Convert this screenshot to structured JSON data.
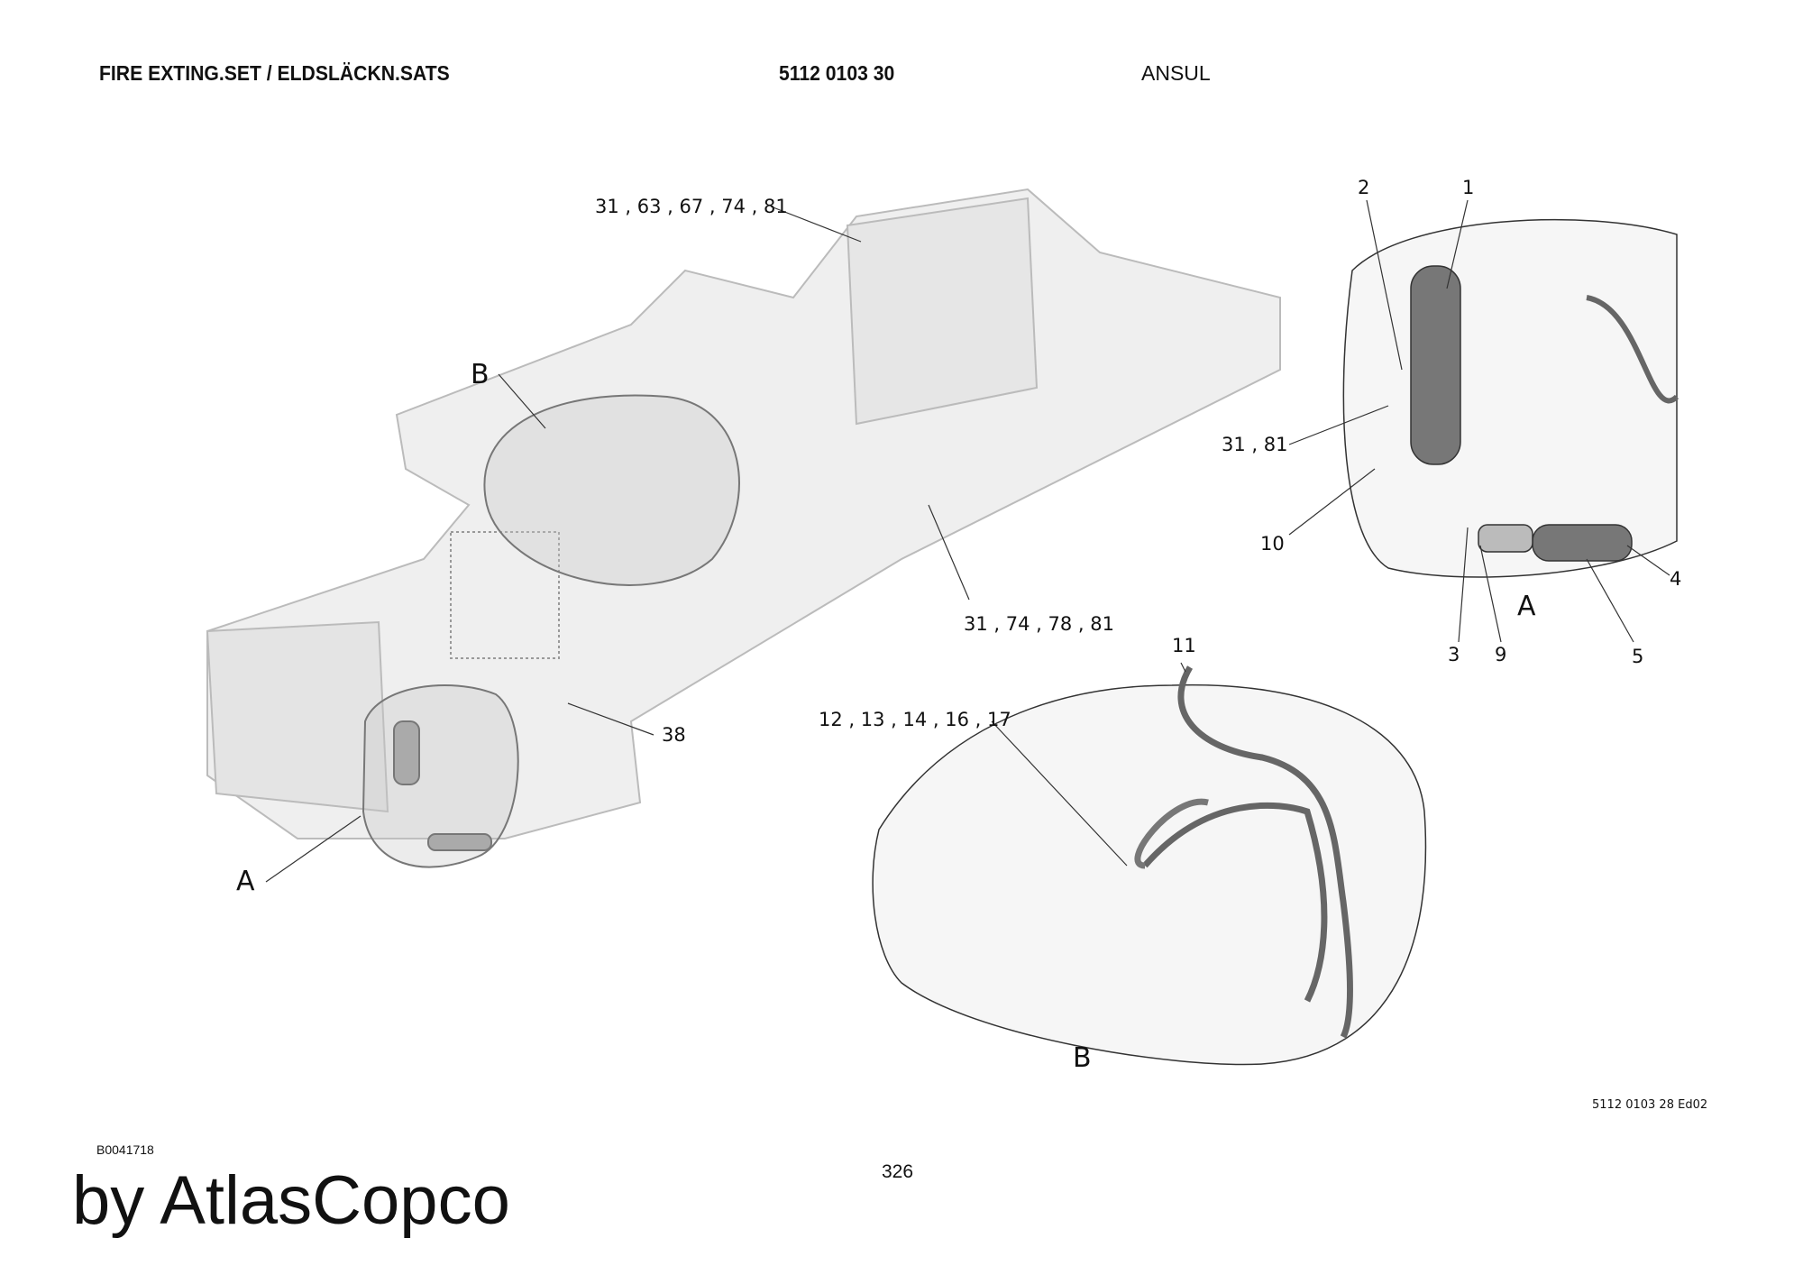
{
  "header": {
    "title": "FIRE EXTING.SET / ELDSLÄCKN.SATS",
    "part_number": "5112 0103 30",
    "brand": "ANSUL"
  },
  "callouts": {
    "top_group": "31 , 63 , 67 , 74 , 81",
    "mid_group": "31 , 74 , 78 , 81",
    "item_38": "38",
    "view_b_marker": "B",
    "view_a_marker": "A",
    "detail_b_group": "12 , 13 , 14 , 16 , 17",
    "detail_b_item_11": "11",
    "detail_b_title": "B",
    "detail_a": {
      "item_2": "2",
      "item_1": "1",
      "group_31_81": "31 , 81",
      "item_10": "10",
      "item_4": "4",
      "title": "A",
      "item_3": "3",
      "item_9": "9",
      "item_5": "5"
    }
  },
  "footer": {
    "drawing_ref": "5112 0103 28 Ed02",
    "doc_code": "B0041718",
    "page_number": "326",
    "watermark": "by AtlasCopco"
  }
}
